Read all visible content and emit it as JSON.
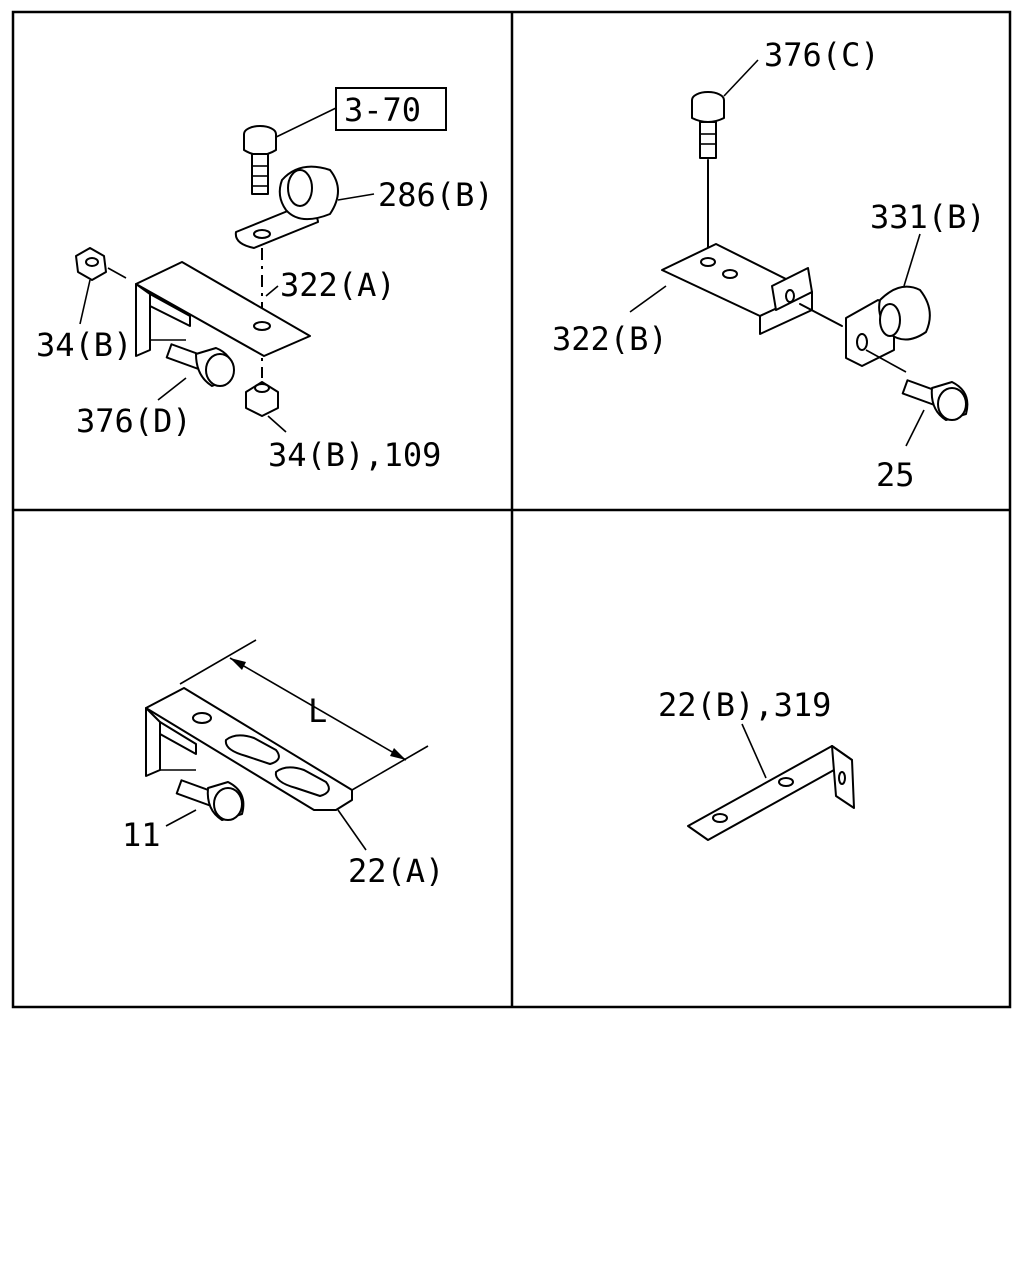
{
  "labels": {
    "ref_box": "3-70",
    "p286b": "286(B)",
    "p322a": "322(A)",
    "p34b": "34(B)",
    "p376d": "376(D)",
    "p34b109": "34(B),109",
    "p376c": "376(C)",
    "p331b": "331(B)",
    "p322b": "322(B)",
    "p25": "25",
    "dim_l": "L",
    "p11": "11",
    "p22a": "22(A)",
    "p22b319": "22(B),319"
  }
}
